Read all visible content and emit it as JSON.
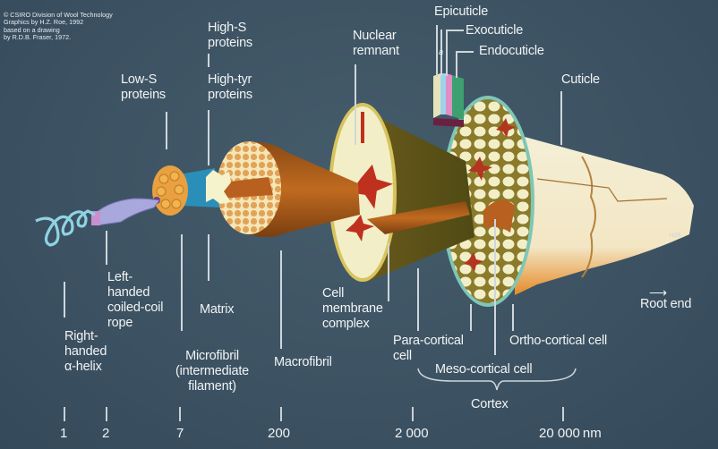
{
  "credit": {
    "line1": "© CSIRO Division of Wool Technology",
    "line2": "Graphics by H.Z. Roe, 1992",
    "line3": "based on a drawing",
    "line4": "by R.D.B. Fraser, 1972."
  },
  "signature": "HZR",
  "labels": {
    "high_s": [
      "High-S",
      "proteins"
    ],
    "high_tyr": [
      "High-tyr",
      "proteins"
    ],
    "low_s": [
      "Low-S",
      "proteins"
    ],
    "nuclear": [
      "Nuclear",
      "remnant"
    ],
    "epicuticle": "Epicuticle",
    "exocuticle": "Exocuticle",
    "endocuticle": "Endocuticle",
    "a_layer": "a",
    "cuticle": "Cuticle",
    "alpha_helix": [
      "Right-",
      "handed",
      "α-helix"
    ],
    "coiled_coil": [
      "Left-",
      "handed",
      "coiled-coil",
      "rope"
    ],
    "matrix": "Matrix",
    "microfibril": [
      "Microfibril",
      "(intermediate",
      "filament)"
    ],
    "macrofibril": "Macrofibril",
    "cmc": [
      "Cell",
      "membrane",
      "complex"
    ],
    "para": [
      "Para-cortical",
      "cell"
    ],
    "ortho": "Ortho-cortical cell",
    "meso": "Meso-cortical cell",
    "cortex": "Cortex",
    "root_end": "Root end"
  },
  "scale": {
    "values": [
      "1",
      "2",
      "7",
      "200",
      "2 000",
      "20 000"
    ],
    "unit": "nm"
  },
  "colors": {
    "background": "#3e5463",
    "helix": "#8fd3e3",
    "rope": "#a9a8dc",
    "microfibril": "#e8a040",
    "matrix_cone": "#2a8fb8",
    "macrofibril": "#e8c080",
    "cell": "#f0eec8",
    "nuclear": "#c0301e",
    "cuticle": "#f2ecd0"
  }
}
